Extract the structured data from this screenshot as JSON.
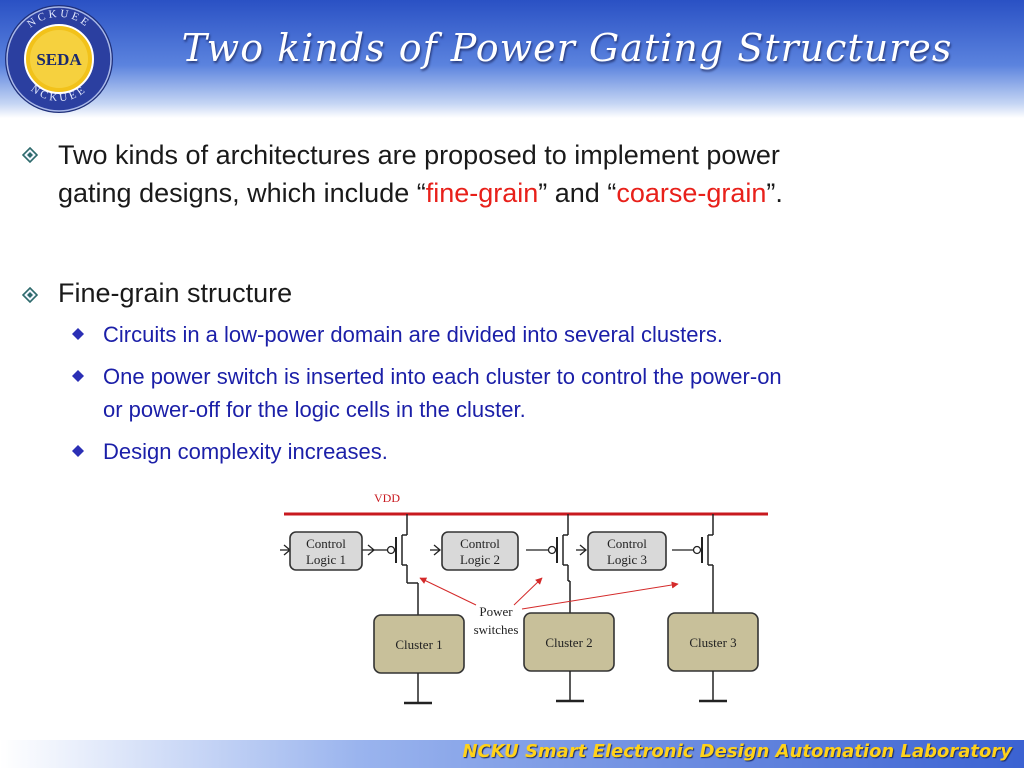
{
  "header": {
    "title": "Two kinds of Power Gating Structures",
    "logo": {
      "center_text": "SEDA",
      "ring_text_top": "NCKUEE",
      "ring_text_bottom": "NCKUEE"
    }
  },
  "bullets": [
    {
      "text_parts": [
        "Two kinds of architectures are proposed to implement power",
        "gating designs, which include “",
        "fine-grain",
        "” and “",
        "coarse-grain",
        "”."
      ]
    },
    {
      "text": "Fine-grain structure",
      "sub_bullets": [
        {
          "lines": [
            "Circuits in a low-power domain are divided into several clusters."
          ]
        },
        {
          "lines": [
            "One power switch is inserted into each cluster to control the power-on",
            "or power-off for the logic cells in the cluster."
          ]
        },
        {
          "lines": [
            "Design complexity increases."
          ]
        }
      ]
    }
  ],
  "figure": {
    "vdd_label": "VDD",
    "control_logic": [
      [
        "Control",
        "Logic 1"
      ],
      [
        "Control",
        "Logic 2"
      ],
      [
        "Control",
        "Logic 3"
      ]
    ],
    "clusters": [
      "Cluster 1",
      "Cluster 2",
      "Cluster 3"
    ],
    "annotation": [
      "Power",
      "switches"
    ],
    "colors": {
      "control_fill": "#d9d9d9",
      "cluster_fill": "#c8c09a",
      "vdd_line": "#c8191f",
      "arrow": "#d42a2a"
    }
  },
  "footer": {
    "text": "NCKU Smart Electronic Design Automation Laboratory"
  },
  "colors": {
    "accent_red": "#e8201a",
    "sub_bullet_blue": "#1b1fa8",
    "footer_text": "#ffd21a"
  }
}
